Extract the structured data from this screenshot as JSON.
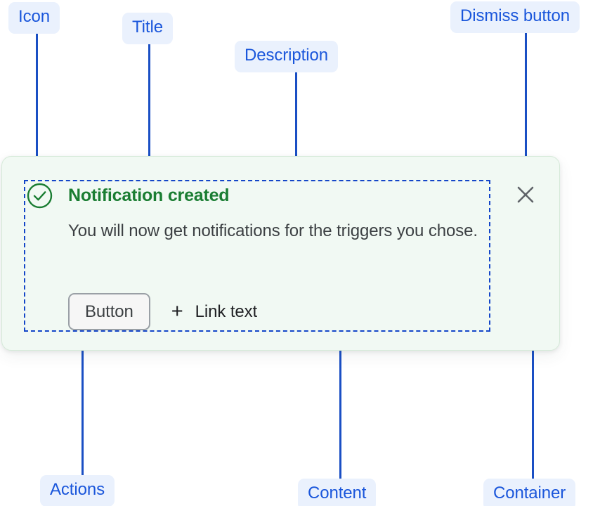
{
  "annotations": [
    {
      "key": "icon",
      "label": "Icon"
    },
    {
      "key": "title",
      "label": "Title"
    },
    {
      "key": "desc",
      "label": "Description"
    },
    {
      "key": "dismiss",
      "label": "Dismiss button"
    },
    {
      "key": "actions",
      "label": "Actions"
    },
    {
      "key": "content",
      "label": "Content"
    },
    {
      "key": "container",
      "label": "Container"
    }
  ],
  "notification": {
    "status_icon": "check-circle-icon",
    "title": "Notification created",
    "description": "You will now get notifications for the triggers you chose.",
    "actions": {
      "button_label": "Button",
      "link_plus_glyph": "+",
      "link_label": "Link text"
    },
    "dismiss_icon": "close-icon"
  },
  "colors": {
    "annotation_text": "#1a56db",
    "annotation_badge_bg": "#eaf1fd",
    "leader_line": "#1446c8",
    "card_bg": "#f1f9f3",
    "card_border": "#d6ead9",
    "success_green": "#1a7d32",
    "body_text": "#3c4043",
    "outline_dashed": "#1446c8",
    "dismiss_icon": "#5f6368",
    "button_border": "#9aa0a6",
    "button_bg": "#f6f6f6"
  }
}
